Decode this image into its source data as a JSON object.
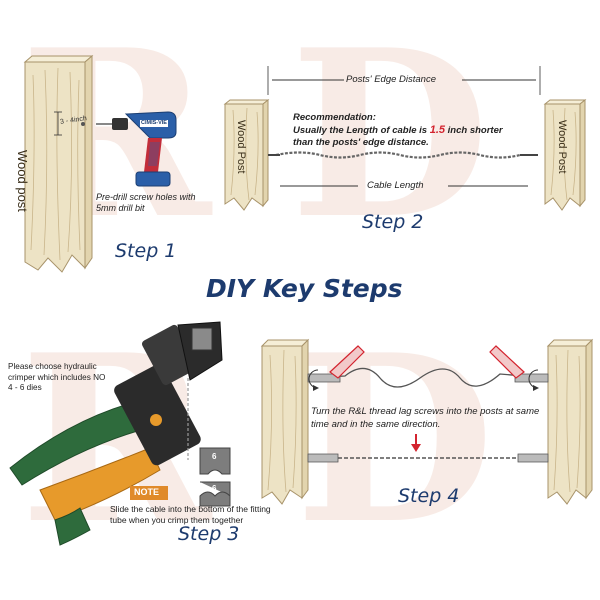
{
  "title": "DIY Key Steps",
  "colors": {
    "step_text": "#1d3b6e",
    "wood": "#ede3c5",
    "wood_grain": "#b9a276",
    "drill_blue": "#2b5fa8",
    "drill_red": "#c22d3a",
    "handle_green": "#2e6b3c",
    "crimper_orange": "#e79a2b",
    "note_orange": "#e08a2a",
    "highlight_red": "#d3242f",
    "watermark": "#f3dcd2"
  },
  "step1": {
    "label": "Step 1",
    "post_label": "Wood post",
    "dim_label": "3 - 4inch",
    "drill_brand": "CIMIS-VIE",
    "caption": "Pre-drill screw holes with 5mm drill bit",
    "icons": [
      "drill-icon",
      "wood-post-icon"
    ]
  },
  "step2": {
    "label": "Step 2",
    "posts_edge_distance": "Posts' Edge Distance",
    "recommendation_title": "Recommendation:",
    "recommendation_line1_pre": "Usually the Length of cable is ",
    "recommendation_value": "1.5",
    "recommendation_line1_post": " inch shorter",
    "recommendation_line2": "than the posts' edge distance.",
    "cable_length": "Cable Length",
    "left_post_label": "Wood Post",
    "right_post_label": "Wood Post"
  },
  "step3": {
    "label": "Step 3",
    "crimper_note": "Please choose hydraulic crimper which includes NO 4 - 6 dies",
    "note_badge": "NOTE",
    "note_text": "Slide the cable into the bottom of the fitting tube when you crimp them together",
    "die_labels": [
      "6",
      "6"
    ]
  },
  "step4": {
    "label": "Step 4",
    "instruction": "Turn the R&L thread lag screws into the posts at same time and in the same direction."
  }
}
